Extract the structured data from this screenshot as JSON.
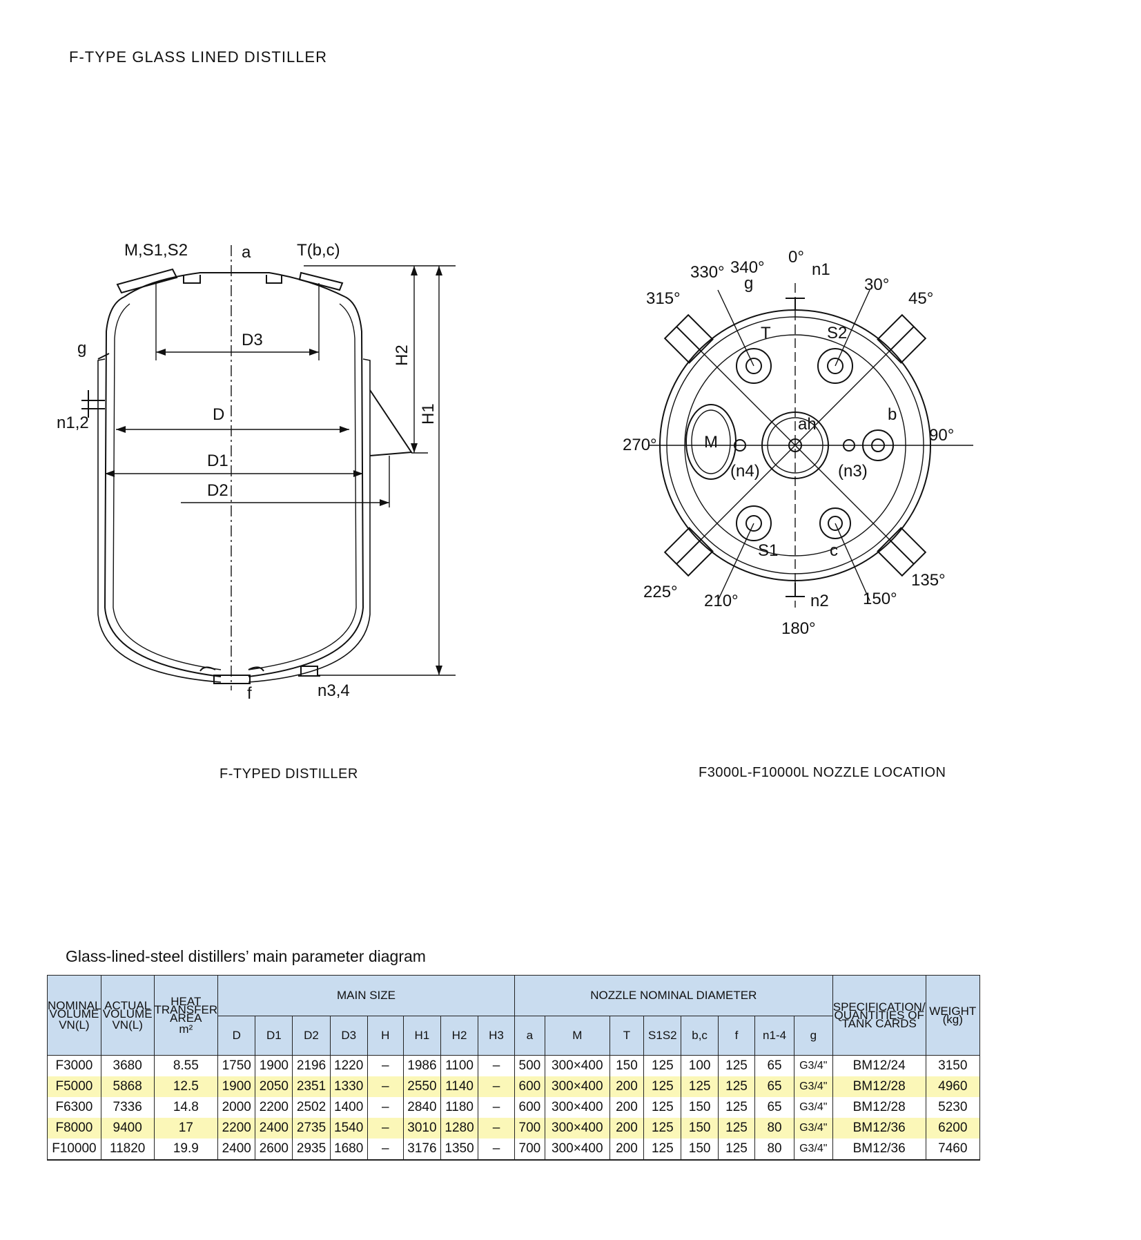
{
  "page_title": "F-TYPE GLASS LINED DISTILLER",
  "left_caption": "F-TYPED DISTILLER",
  "right_caption": "F3000L-F10000L NOZZLE LOCATION",
  "left_labels": {
    "msls2": "M,S1,S2",
    "a": "a",
    "tbc": "T(b,c)",
    "g": "g",
    "n12": "n1,2",
    "d3": "D3",
    "h2": "H2",
    "h1": "H1",
    "d": "D",
    "d1": "D1",
    "d2": "D2",
    "f": "f",
    "n34": "n3,4"
  },
  "right_labels": {
    "deg0": "0°",
    "n1": "n1",
    "deg330": "330°",
    "deg340": "340°",
    "g": "g",
    "deg315": "315°",
    "deg30": "30°",
    "deg45": "45°",
    "t": "T",
    "s2": "S2",
    "m": "M",
    "ah": "ah",
    "b": "b",
    "deg270": "270°",
    "deg90": "90°",
    "n4": "(n4)",
    "n3": "(n3)",
    "s1": "S1",
    "c": "c",
    "deg225": "225°",
    "deg210": "210°",
    "n2": "n2",
    "deg150": "150°",
    "deg135": "135°",
    "deg180": "180°"
  },
  "table": {
    "title": "Glass-lined-steel distillers’ main parameter diagram",
    "col1_small": "NOMINAL VOLUME",
    "col1": "VN(L)",
    "col2_small": "ACTUAL VOLUME",
    "col2": "VN(L)",
    "col3_small": "HEAT TRANSFER AREA",
    "col3": "m²",
    "main_size": "MAIN SIZE",
    "nozzle": "NOZZLE NOMINAL DIAMETER",
    "spec": "SPECIFICATION/ QUANTITIES OF TANK CARDS",
    "weight": "WEIGHT (kg)",
    "sub": [
      "D",
      "D1",
      "D2",
      "D3",
      "H",
      "H1",
      "H2",
      "H3",
      "a",
      "M",
      "T",
      "S1S2",
      "b,c",
      "f",
      "n1-4",
      "g"
    ],
    "rows": [
      [
        "F3000",
        "3680",
        "8.55",
        "1750",
        "1900",
        "2196",
        "1220",
        "–",
        "1986",
        "1100",
        "–",
        "500",
        "300×400",
        "150",
        "125",
        "100",
        "125",
        "65",
        "G3/4\"",
        "BM12/24",
        "3150"
      ],
      [
        "F5000",
        "5868",
        "12.5",
        "1900",
        "2050",
        "2351",
        "1330",
        "–",
        "2550",
        "1140",
        "–",
        "600",
        "300×400",
        "200",
        "125",
        "125",
        "125",
        "65",
        "G3/4\"",
        "BM12/28",
        "4960"
      ],
      [
        "F6300",
        "7336",
        "14.8",
        "2000",
        "2200",
        "2502",
        "1400",
        "–",
        "2840",
        "1180",
        "–",
        "600",
        "300×400",
        "200",
        "125",
        "150",
        "125",
        "65",
        "G3/4\"",
        "BM12/28",
        "5230"
      ],
      [
        "F8000",
        "9400",
        "17",
        "2200",
        "2400",
        "2735",
        "1540",
        "–",
        "3010",
        "1280",
        "–",
        "700",
        "300×400",
        "200",
        "125",
        "150",
        "125",
        "80",
        "G3/4\"",
        "BM12/36",
        "6200"
      ],
      [
        "F10000",
        "11820",
        "19.9",
        "2400",
        "2600",
        "2935",
        "1680",
        "–",
        "3176",
        "1350",
        "–",
        "700",
        "300×400",
        "200",
        "125",
        "150",
        "125",
        "80",
        "G3/4\"",
        "BM12/36",
        "7460"
      ]
    ],
    "highlight_color": "#fbf7b8",
    "header_color": "#c9dcef"
  }
}
